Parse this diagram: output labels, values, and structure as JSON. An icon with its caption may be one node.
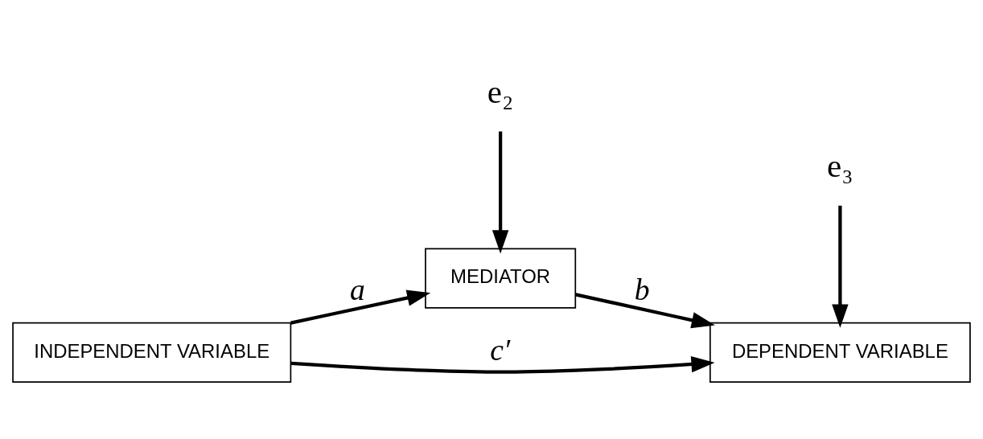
{
  "diagram": {
    "nodes": [
      {
        "text": [
          "MEDIATOR"
        ]
      },
      {
        "text": [
          "INDEPENDENT VARIABLE"
        ]
      },
      {
        "text": [
          "DEPENDENT VARIABLE"
        ]
      },
      {
        "text": [
          "e₂"
        ]
      },
      {
        "text": [
          "e₃"
        ]
      }
    ],
    "edges": [
      {
        "from": 1,
        "to": 0,
        "arrow": "to",
        "label": "a"
      },
      {
        "from": 0,
        "to": 2,
        "arrow": "to",
        "label": "b"
      },
      {
        "from": 1,
        "to": 2,
        "arrow": "to",
        "label": "c′"
      },
      {
        "from": 3,
        "to": 0,
        "arrow": "to"
      },
      {
        "from": 4,
        "to": 2,
        "arrow": "to"
      }
    ]
  }
}
